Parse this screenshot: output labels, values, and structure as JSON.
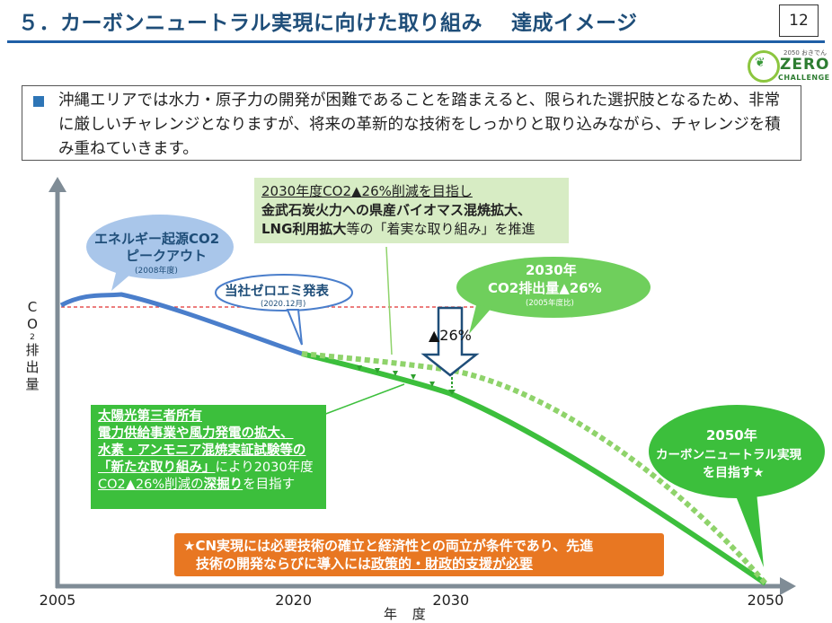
{
  "header": {
    "title": "５．カーボンニュートラル実現に向けた取り組み　 達成イメージ",
    "page_number": "12"
  },
  "logo": {
    "small_text": "2050 おきでん",
    "word1": "ZERO",
    "word2": "CHALLENGE"
  },
  "intro": {
    "text": "沖縄エリアでは水力・原子力の開発が困難であることを踏まえると、限られた選択肢となるため、非常に厳しいチャレンジとなりますが、将来の革新的な技術をしっかりと取り込みながら、チャレンジを積み重ねていきます。"
  },
  "chart_data": {
    "type": "line",
    "x": [
      2005,
      2020,
      2030,
      2050
    ],
    "x_tick_labels": [
      "2005",
      "2020",
      "2030",
      "2050"
    ],
    "xlabel": "年 度",
    "ylabel": "CO2排出量",
    "series": [
      {
        "style": "solid-blue",
        "x": [
          2005,
          2008,
          2020
        ],
        "y": [
          100,
          102,
          84
        ]
      },
      {
        "style": "solid-green",
        "x": [
          2020,
          2030,
          2050
        ],
        "y": [
          84,
          74,
          0
        ]
      },
      {
        "style": "dotted-green",
        "x": [
          2020,
          2030,
          2050
        ],
        "y": [
          84,
          79,
          0
        ]
      }
    ],
    "reference_line": {
      "style": "dashed-red",
      "y": 100
    },
    "reduction_arrow_label": "▲26%"
  },
  "callouts": {
    "peak": {
      "line1": "エネルギー起源CO2",
      "line2": "ピークアウト",
      "sub": "(2008年度)"
    },
    "zero_emi": {
      "line1": "当社ゼロエミ発表",
      "sub": "(2020.12月)"
    },
    "target_2030": {
      "line1": "2030年",
      "line2": "CO2排出量▲26%",
      "sub": "(2005年度比)"
    },
    "target_2050": {
      "line1": "2050年",
      "line2": "カーボンニュートラル実現",
      "line3": "を目指す★"
    }
  },
  "box_2030": {
    "line1": "2030年度CO2▲26%削減を目指し",
    "line2_bold": "金武石炭火力への県産バイオマス混焼拡大、",
    "line3_bold": "LNG利用拡大",
    "line3_rest": "等の「着実な取り組み」を推進"
  },
  "box_new": {
    "line1": "太陽光第三者所有",
    "line2": "電力供給事業や風力発電の拡大、",
    "line3": "水素・アンモニア混焼実証試験等の",
    "line4a": "「新たな取り組み」",
    "line4b": "により2030年度",
    "line5a": "CO2▲26%削減の",
    "line5b": "深掘り",
    "line5c": "を目指す"
  },
  "box_cn": {
    "line1": "★CN実現には必要技術の確立と経済性との両立が条件であり、先進",
    "line2a": "技術の開発ならびに導入には",
    "line2b": "政策的・財政的支援が必要"
  },
  "colors": {
    "title": "#1f4e79",
    "blue_line": "#4a7ecb",
    "green": "#3cbf3c",
    "light_green": "#d7ecc4",
    "orange": "#e87722",
    "red_dash": "#e03030"
  }
}
